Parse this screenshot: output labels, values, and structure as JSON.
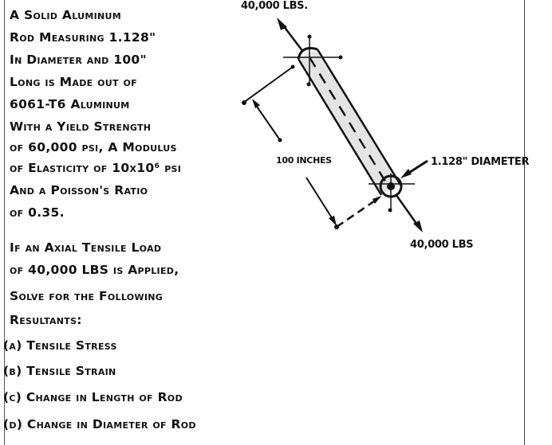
{
  "problem": {
    "lines": [
      "A Solid Aluminum",
      "Rod Measuring 1.128\"",
      "In Diameter and 100\"",
      "Long is Made out of",
      "6061-T6 Aluminum",
      "With a Yield Strength",
      "of 60,000 psi, A Modulus",
      "of Elasticity of 10x10⁶ psi",
      "And a Poisson's Ratio",
      "of 0.35."
    ],
    "load_lines": [
      "If an Axial Tensile Load",
      "of 40,000 LBS is Applied,",
      "Solve for the Following",
      "Resultants:"
    ],
    "items": [
      "(a) Tensile Stress",
      "(b) Tensile Strain",
      "(c) Change in Length of Rod",
      "(d) Change in Diameter of Rod"
    ]
  },
  "diagram": {
    "top_load_label": "40,000 LBS.",
    "bottom_load_label": "40,000 LBS",
    "length_label": "100 INCHES",
    "diameter_label": "1.128\" DIAMETER"
  }
}
